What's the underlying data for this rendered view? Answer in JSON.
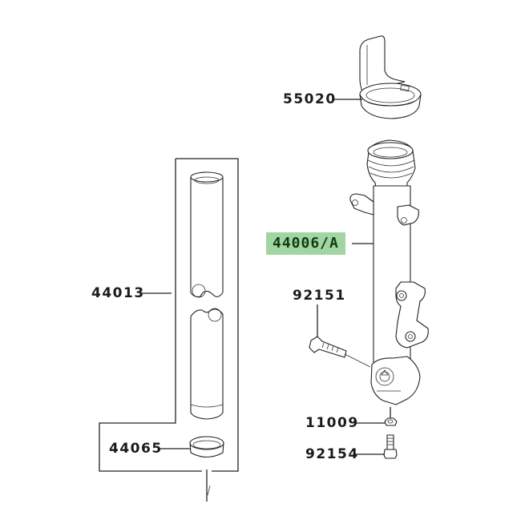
{
  "diagram": {
    "type": "exploded-parts-diagram",
    "subject": "front fork outer tube assembly",
    "highlight_color": "#a3d4a3",
    "highlight_text_color": "#0f3d0f",
    "line_color": "#222222",
    "parts": [
      {
        "id": "p55020",
        "number": "55020",
        "description_shape": "fork guard / dust cover ring"
      },
      {
        "id": "p44006A",
        "number": "44006/A",
        "description_shape": "outer fork tube (highlighted)",
        "highlighted": true
      },
      {
        "id": "p44013",
        "number": "44013",
        "description_shape": "inner fork pipe"
      },
      {
        "id": "p44065",
        "number": "44065",
        "description_shape": "bushing ring"
      },
      {
        "id": "p92151",
        "number": "92151",
        "description_shape": "bolt"
      },
      {
        "id": "p11009",
        "number": "11009",
        "description_shape": "gasket washer"
      },
      {
        "id": "p92154",
        "number": "92154",
        "description_shape": "bolt"
      }
    ]
  }
}
